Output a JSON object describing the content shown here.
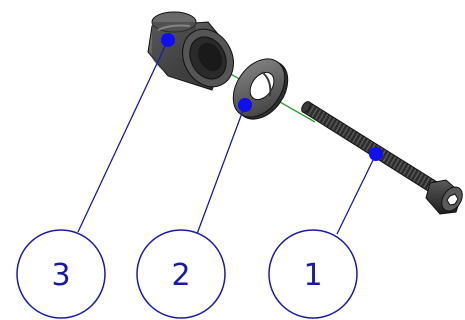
{
  "drawing": {
    "colors": {
      "leader": "#1a1aa8",
      "balloon_fill": "#ffffff",
      "anchor_dot": "#1010ee",
      "axis": "#2aa02a",
      "part_dark": "#2b2b2b",
      "part_mid": "#4a4a4a",
      "part_light": "#6e6e6e",
      "part_edge": "#111111"
    },
    "parts": [
      {
        "name": "bolt",
        "item": "1"
      },
      {
        "name": "washer",
        "item": "2"
      },
      {
        "name": "bushing",
        "item": "3"
      }
    ],
    "balloons": [
      {
        "item": "1"
      },
      {
        "item": "2"
      },
      {
        "item": "3"
      }
    ]
  }
}
